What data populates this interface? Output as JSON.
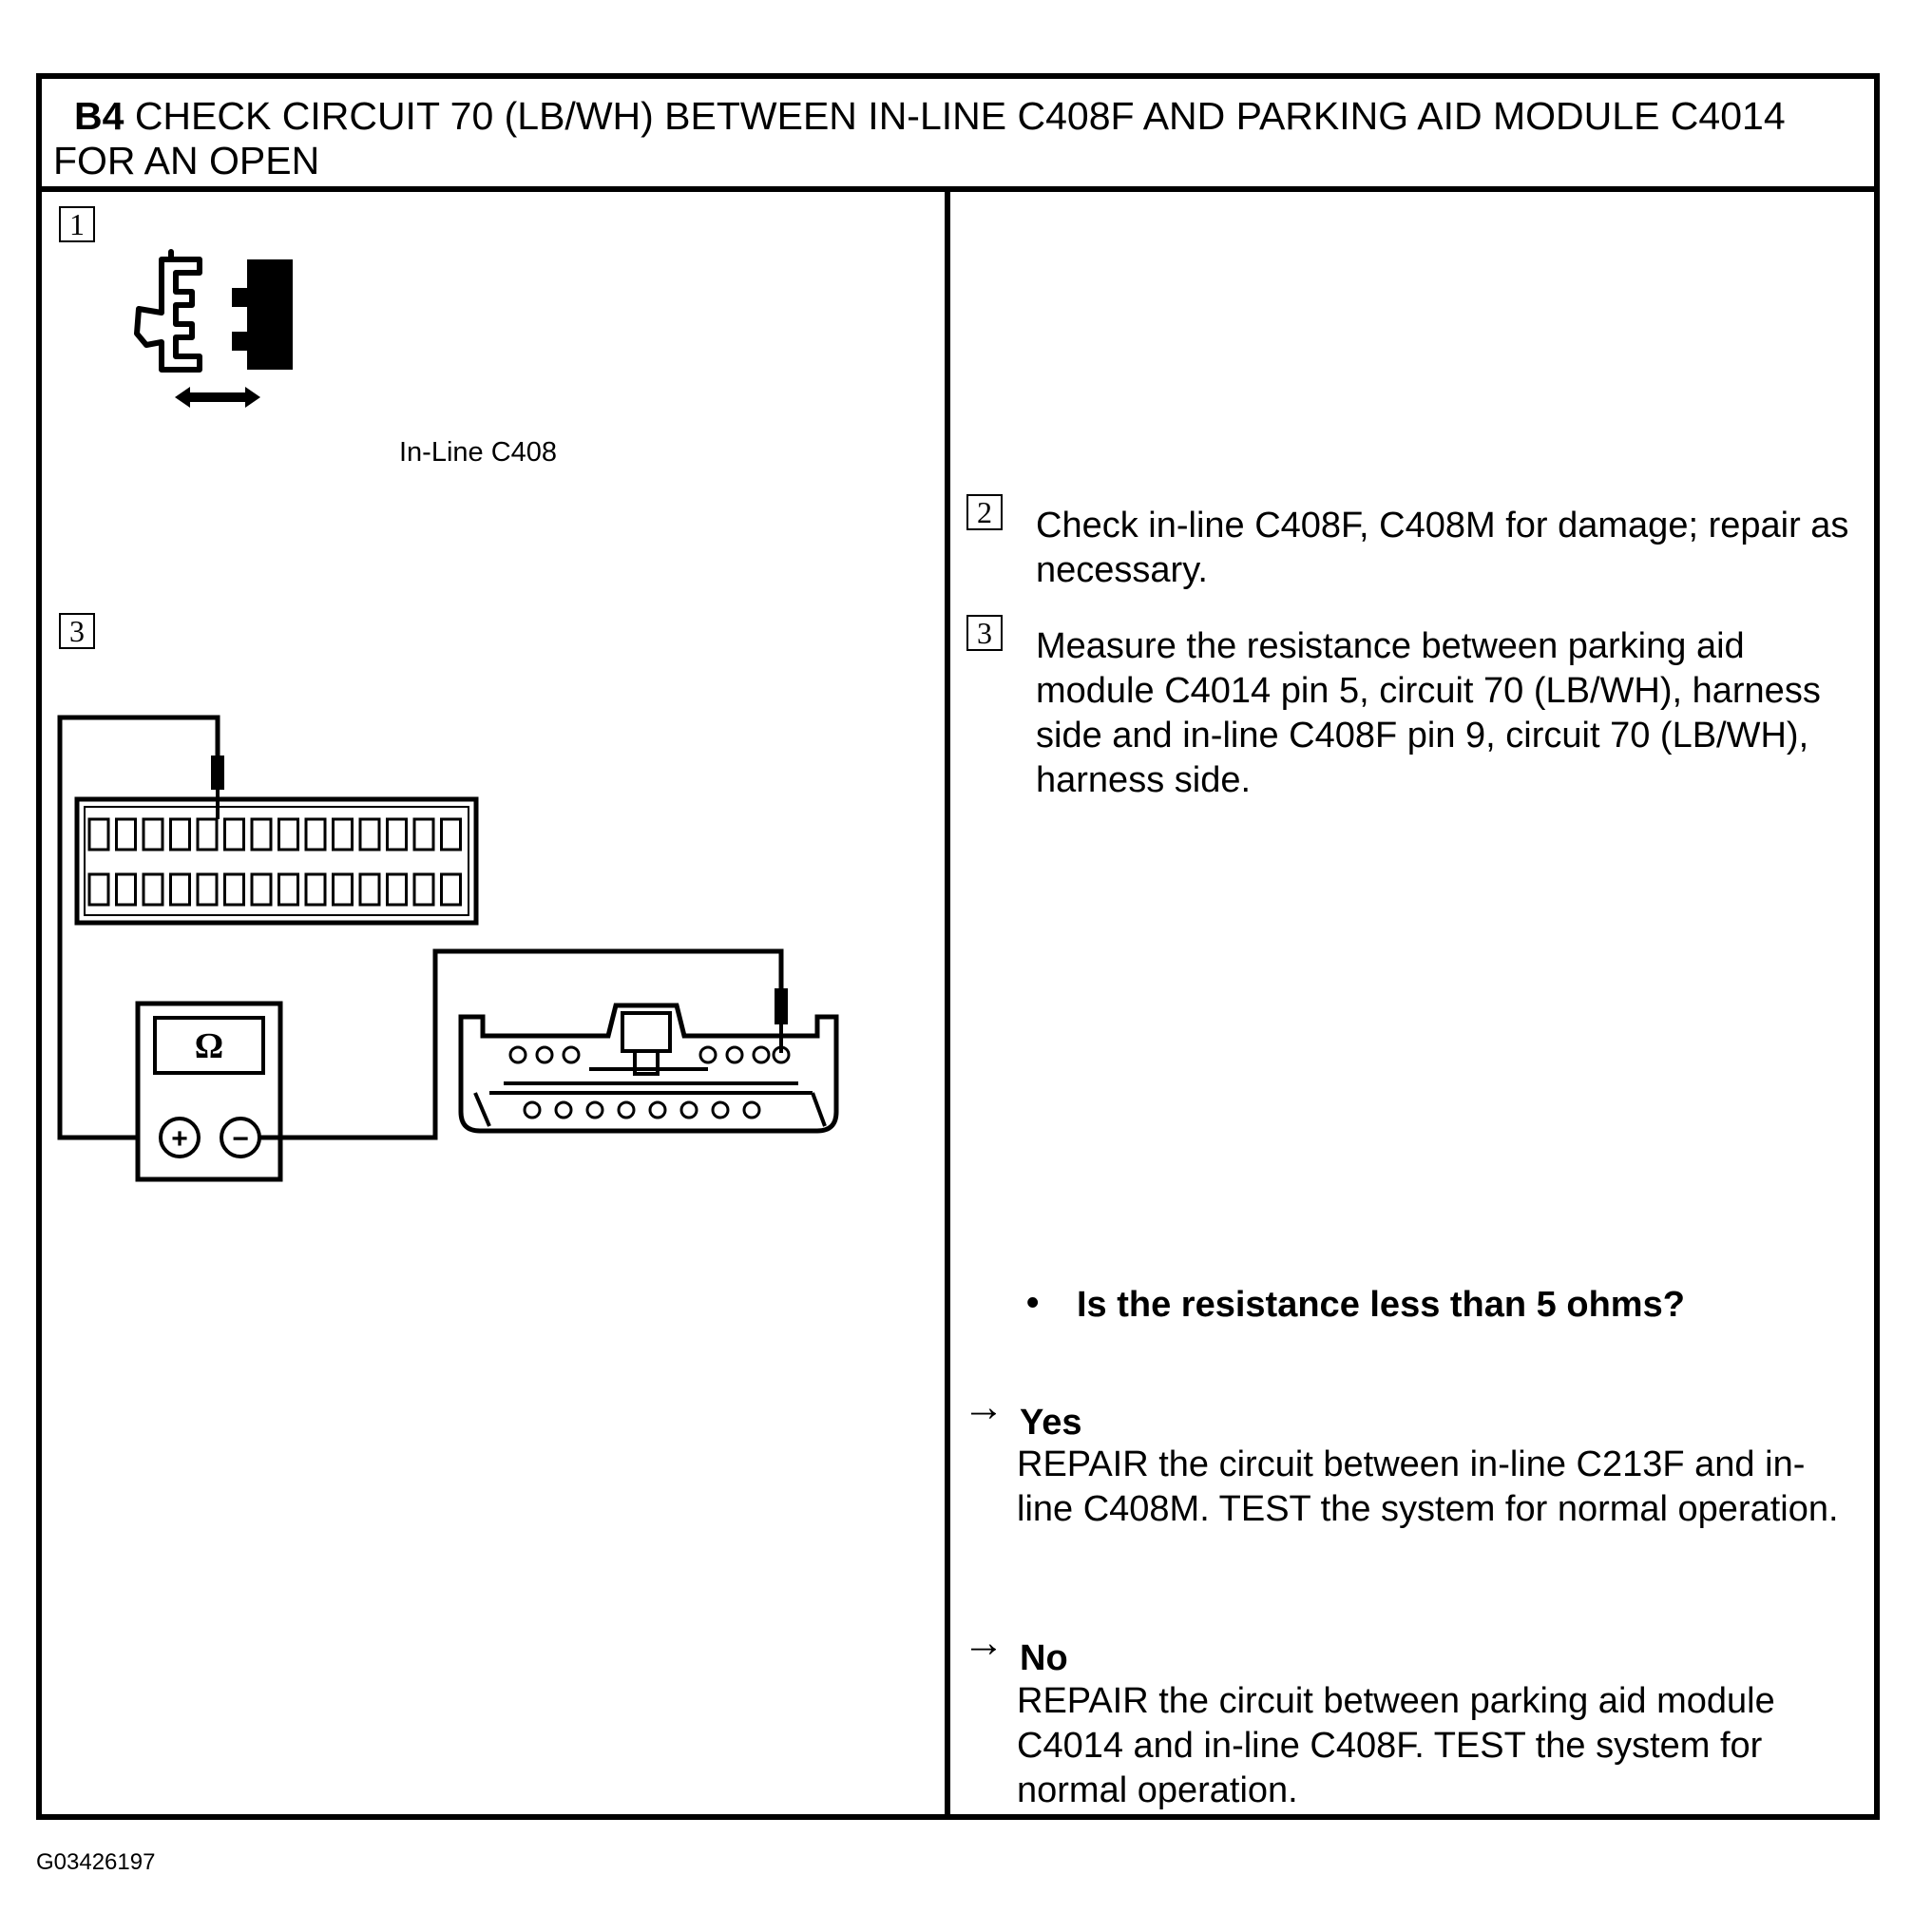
{
  "header": {
    "step_code": "B4",
    "title": " CHECK CIRCUIT 70 (LB/WH) BETWEEN IN-LINE C408F AND PARKING AID MODULE C4014 FOR AN OPEN"
  },
  "left_panel": {
    "step1_number": "1",
    "connector_label": "In-Line C408",
    "step3_number": "3",
    "meter_symbol": "Ω",
    "plus_symbol": "+",
    "minus_symbol": "−"
  },
  "right_panel": {
    "step2_number": "2",
    "step2_text": "Check in-line C408F, C408M for damage; repair as necessary.",
    "step3_number": "3",
    "step3_text": "Measure the resistance between parking aid module C4014 pin 5, circuit 70 (LB/WH), harness side and in-line C408F pin 9, circuit 70 (LB/WH), harness side.",
    "bullet": "•",
    "question": "Is the resistance less than 5 ohms?",
    "arrow": "→",
    "yes_title": "Yes",
    "yes_text": "REPAIR the circuit between in-line C213F and in-line C408M. TEST the system for normal operation.",
    "no_title": "No",
    "no_text": "REPAIR the circuit between parking aid module C4014 and in-line C408F. TEST the system for normal operation."
  },
  "figure_id": "G03426197"
}
